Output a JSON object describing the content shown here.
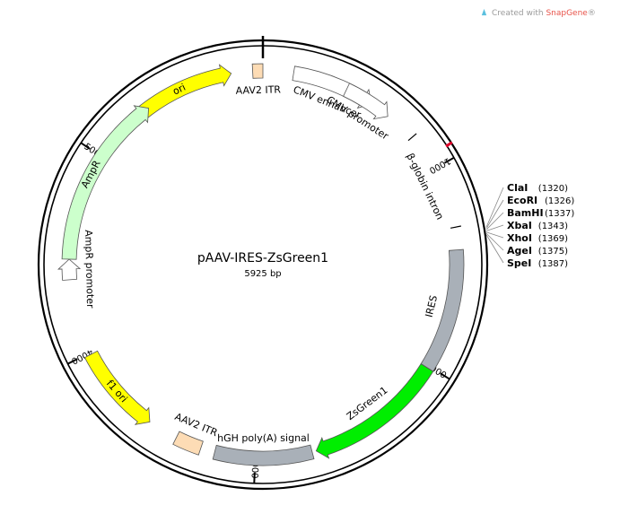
{
  "watermark": {
    "prefix": "Created with ",
    "brand": "SnapGene",
    "suffix": "®"
  },
  "plasmid": {
    "name": "pAAV-IRES-ZsGreen1",
    "size_label": "5925 bp",
    "length_bp": 5925
  },
  "ticks": [
    {
      "bp": 1000,
      "label": "1000"
    },
    {
      "bp": 2000,
      "label": "2000"
    },
    {
      "bp": 3000,
      "label": "3000"
    },
    {
      "bp": 4000,
      "label": "4000"
    },
    {
      "bp": 5000,
      "label": "5000"
    }
  ],
  "features": [
    {
      "id": "ori",
      "label": "ori",
      "type": "arrow",
      "start": 5240,
      "end": 5770,
      "direction": 1,
      "fill": "#ffff00",
      "label_inside": true
    },
    {
      "id": "aav2-itr-top",
      "label": "AAV2 ITR",
      "type": "box",
      "start": 5875,
      "end": 5925,
      "fill": "#fddcb5"
    },
    {
      "id": "cmv-enhancer",
      "label": "CMV enhancer",
      "type": "arrow",
      "start": 150,
      "end": 560,
      "direction": 1,
      "fill": "#ffffff"
    },
    {
      "id": "cmv-promoter",
      "label": "CMV promoter",
      "type": "arrow",
      "start": 420,
      "end": 660,
      "direction": 1,
      "fill": "#ffffff"
    },
    {
      "id": "b-globin-intron",
      "label": "β-globin intron",
      "type": "span",
      "start": 815,
      "end": 1300
    },
    {
      "id": "ires",
      "label": "IRES",
      "type": "box",
      "start": 1410,
      "end": 2010,
      "fill": "#a9b0b8"
    },
    {
      "id": "zsgreen1",
      "label": "ZsGreen1",
      "type": "arrow",
      "start": 2010,
      "end": 2700,
      "direction": 1,
      "fill": "#00ee00"
    },
    {
      "id": "hgh-polya",
      "label": "hGH poly(A) signal",
      "type": "box",
      "start": 2720,
      "end": 3200,
      "fill": "#a9b0b8"
    },
    {
      "id": "aav2-itr-bottom",
      "label": "AAV2 ITR",
      "type": "box",
      "start": 3270,
      "end": 3400,
      "fill": "#fddcb5"
    },
    {
      "id": "f1-ori",
      "label": "f1 ori",
      "type": "arrow",
      "start": 3550,
      "end": 3990,
      "direction": -1,
      "fill": "#ffff00",
      "label_inside": true
    },
    {
      "id": "ampr-promoter",
      "label": "AmpR promoter",
      "type": "arrow",
      "start": 4370,
      "end": 4470,
      "direction": 1,
      "fill": "#ffffff"
    },
    {
      "id": "ampr",
      "label": "AmpR",
      "type": "arrow",
      "start": 4470,
      "end": 5330,
      "direction": 1,
      "fill": "#ccffcc",
      "label_inside": true
    }
  ],
  "restriction_sites": [
    {
      "enzyme": "ClaI",
      "position": "(1320)"
    },
    {
      "enzyme": "EcoRI",
      "position": "(1326)"
    },
    {
      "enzyme": "BamHI",
      "position": "(1337)"
    },
    {
      "enzyme": "XbaI",
      "position": "(1343)"
    },
    {
      "enzyme": "XhoI",
      "position": "(1369)"
    },
    {
      "enzyme": "AgeI",
      "position": "(1375)"
    },
    {
      "enzyme": "SpeI",
      "position": "(1387)"
    }
  ],
  "colors": {
    "backbone": "#000000",
    "marker": "#e0002a",
    "site_line": "#888888"
  },
  "marker_bp": 940
}
